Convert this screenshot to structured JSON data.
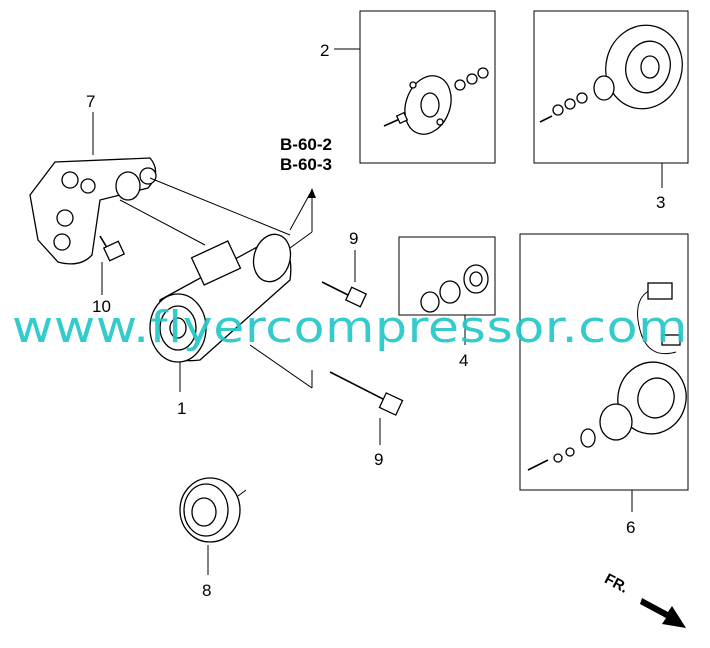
{
  "callouts": {
    "c1": "1",
    "c2": "2",
    "c3": "3",
    "c4": "4",
    "c6": "6",
    "c7": "7",
    "c8": "8",
    "c9a": "9",
    "c9b": "9",
    "c10": "10"
  },
  "reference": {
    "line1": "B-60-2",
    "line2": "B-60-3"
  },
  "direction": {
    "label": "FR."
  },
  "watermark": {
    "text": "www.flyercompressor.com",
    "color": "#22c7c7"
  }
}
